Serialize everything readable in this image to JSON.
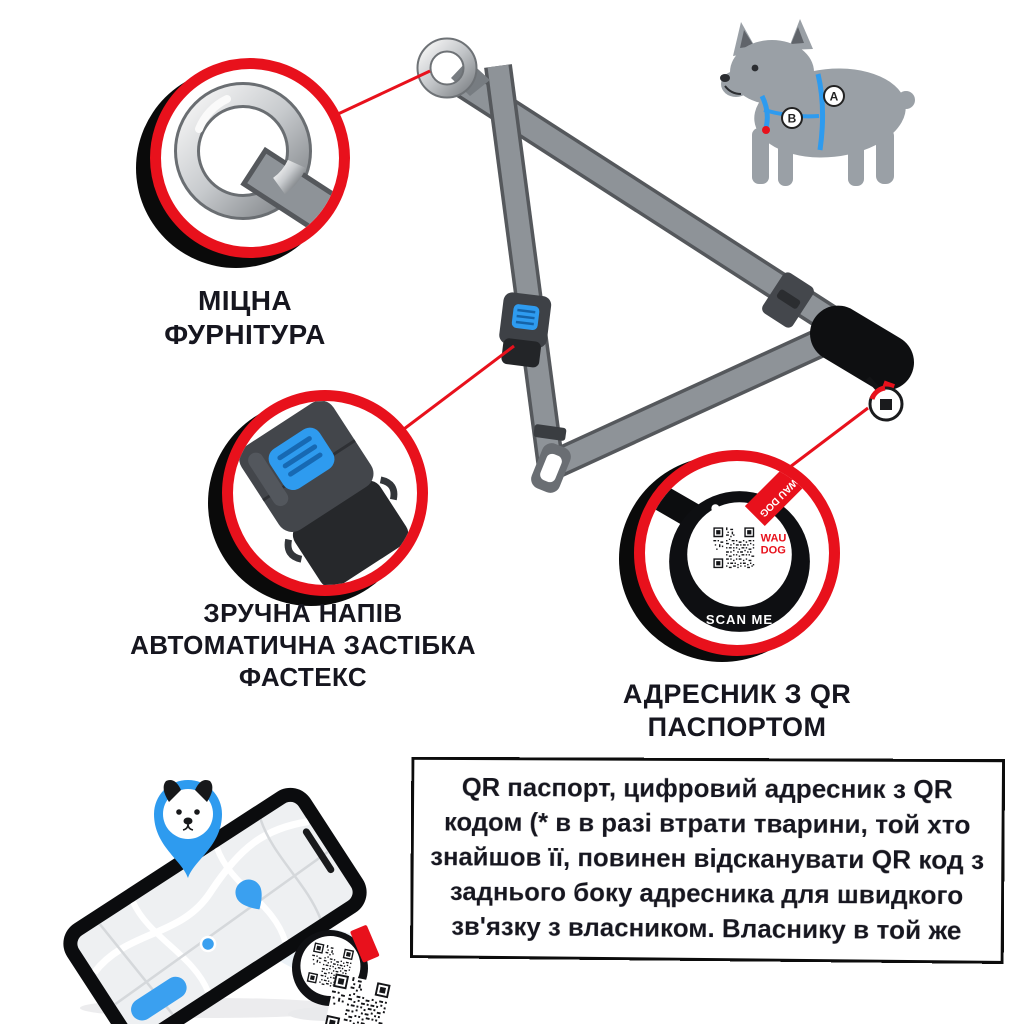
{
  "callouts": {
    "hardware": {
      "label_line1": "МІЦНА",
      "label_line2": "ФУРНІТУРА"
    },
    "buckle": {
      "label_line1": "ЗРУЧНА НАПІВ",
      "label_line2": "АВТОМАТИЧНА ЗАСТІБКА",
      "label_line3": "ФАСТЕКС"
    },
    "qr_tag": {
      "label_line1": "АДРЕСНИК З QR",
      "label_line2": "ПАСПОРТОМ"
    }
  },
  "tag": {
    "brand_line1": "WAU",
    "brand_line2": "DOG",
    "scan_label": "SCAN ME",
    "ribbon_label": "WAU DOG"
  },
  "dog_diagram": {
    "marker_a": "A",
    "marker_b": "B"
  },
  "infobox": {
    "text": "QR паспорт, цифровий адресник з QR кодом (* в в разі втрати тварини, той хто знайшов її, повинен відсканувати QR код з заднього боку адресника для швидкого зв'язку з власником. Власнику в той же"
  },
  "colors": {
    "accent_red": "#e8111c",
    "brand_blue": "#2e9bef",
    "strap_gray": "#8e9398",
    "text_dark": "#16161f"
  }
}
